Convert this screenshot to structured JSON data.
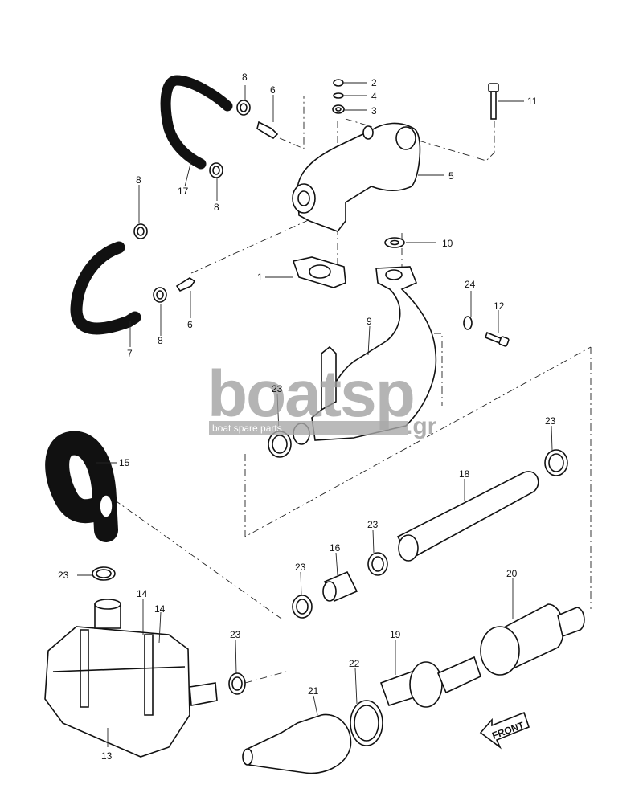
{
  "diagram": {
    "callouts": [
      {
        "id": "c1",
        "text": "1"
      },
      {
        "id": "c2",
        "text": "2"
      },
      {
        "id": "c3",
        "text": "3"
      },
      {
        "id": "c4",
        "text": "4"
      },
      {
        "id": "c5",
        "text": "5"
      },
      {
        "id": "c6a",
        "text": "6"
      },
      {
        "id": "c6b",
        "text": "6"
      },
      {
        "id": "c7",
        "text": "7"
      },
      {
        "id": "c8a",
        "text": "8"
      },
      {
        "id": "c8b",
        "text": "8"
      },
      {
        "id": "c8c",
        "text": "8"
      },
      {
        "id": "c8d",
        "text": "8"
      },
      {
        "id": "c9",
        "text": "9"
      },
      {
        "id": "c10",
        "text": "10"
      },
      {
        "id": "c11",
        "text": "11"
      },
      {
        "id": "c12",
        "text": "12"
      },
      {
        "id": "c13",
        "text": "13"
      },
      {
        "id": "c14a",
        "text": "14"
      },
      {
        "id": "c14b",
        "text": "14"
      },
      {
        "id": "c15",
        "text": "15"
      },
      {
        "id": "c16",
        "text": "16"
      },
      {
        "id": "c17",
        "text": "17"
      },
      {
        "id": "c18",
        "text": "18"
      },
      {
        "id": "c19",
        "text": "19"
      },
      {
        "id": "c20",
        "text": "20"
      },
      {
        "id": "c21",
        "text": "21"
      },
      {
        "id": "c22",
        "text": "22"
      },
      {
        "id": "c23a",
        "text": "23"
      },
      {
        "id": "c23b",
        "text": "23"
      },
      {
        "id": "c23c",
        "text": "23"
      },
      {
        "id": "c23d",
        "text": "23"
      },
      {
        "id": "c23e",
        "text": "23"
      },
      {
        "id": "c23f",
        "text": "23"
      },
      {
        "id": "c24",
        "text": "24"
      }
    ],
    "front_arrow": "FRONT"
  },
  "watermark": {
    "brand": "boatsp",
    "tagline": "boat spare parts",
    "tld": ".gr"
  }
}
